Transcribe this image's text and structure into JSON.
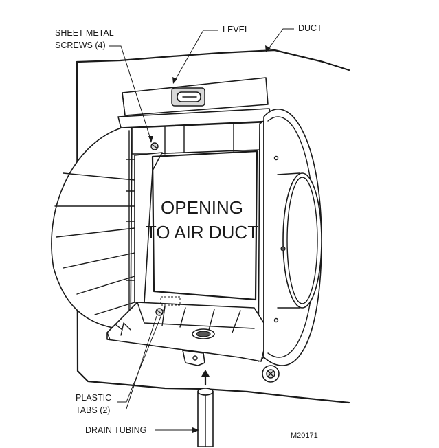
{
  "labels": {
    "sheet_metal_screws_line1": "SHEET METAL",
    "sheet_metal_screws_line2": "SCREWS (4)",
    "level": "LEVEL",
    "duct": "DUCT",
    "opening_line1": "OPENING",
    "opening_line2": "TO AIR DUCT",
    "plastic_tabs_line1": "PLASTIC",
    "plastic_tabs_line2": "TABS (2)",
    "drain_tubing": "DRAIN TUBING",
    "model_code": "M20171"
  },
  "colors": {
    "line": "#1a1a1a",
    "fill_gray": "#d8d8d8",
    "background": "#ffffff"
  }
}
